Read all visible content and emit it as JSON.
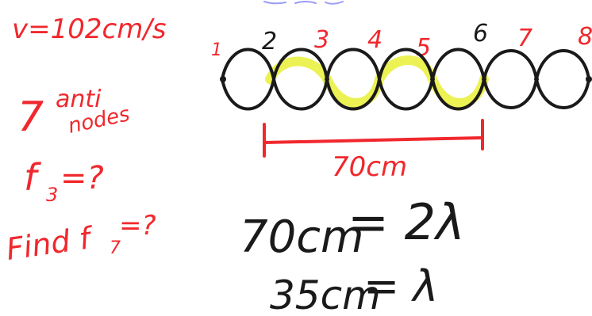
{
  "notes": {
    "speed": "v=102cm/s",
    "antinodes_count": "7",
    "antinodes_word1": "anti",
    "antinodes_word2": "nodes",
    "f3_question": "f",
    "f3_sub": "3",
    "f3_rest": "=?",
    "find_f7_a": "Find f",
    "find_f7_sub": "7",
    "find_f7_rest": "=?"
  },
  "wave": {
    "loop_labels": [
      "1",
      "2",
      "3",
      "4",
      "5",
      "6",
      "7",
      "8"
    ],
    "span_label": "70cm"
  },
  "equations": {
    "eq1_left": "70cm",
    "eq1_right": "= 2λ",
    "eq2_left": "35cm",
    "eq2_right": "= λ"
  },
  "colors": {
    "red_ink": "#f0282d",
    "black_ink": "#1a1a1a",
    "highlight": "#e6ee1a"
  }
}
